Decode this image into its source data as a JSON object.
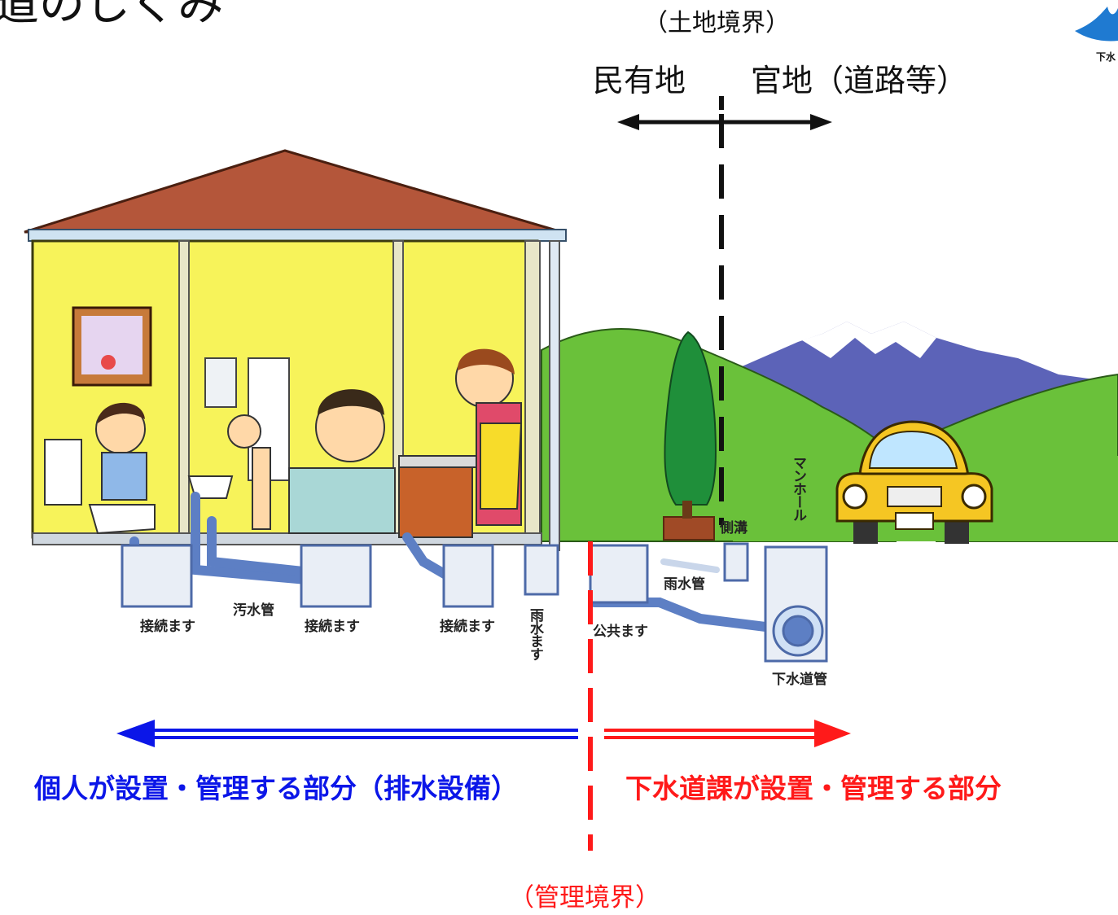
{
  "title_partial": "道のしくみ",
  "land_boundary": "（土地境界）",
  "private_land": "民有地",
  "public_land": "官地（道路等）",
  "labels": {
    "connection_box_1": "接続ます",
    "sewage_pipe": "汚水管",
    "connection_box_2": "接続ます",
    "connection_box_3": "接続ます",
    "rainwater_box": "雨水ます",
    "public_box": "公共ます",
    "rainwater_pipe": "雨水管",
    "gutter": "側溝",
    "manhole": "マンホール",
    "sewer_pipe": "下水道管"
  },
  "private_part": "個人が設置・管理する部分（排水設備）",
  "public_part": "下水道課が設置・管理する部分",
  "management_boundary": "（管理境界）",
  "logo_text": "下水",
  "colors": {
    "private": "#0b16e8",
    "public": "#ff1a1a",
    "house_wall": "#f7f35a",
    "roof": "#b4563a",
    "grass": "#6ac13a",
    "pipe": "#5d7fc4"
  }
}
